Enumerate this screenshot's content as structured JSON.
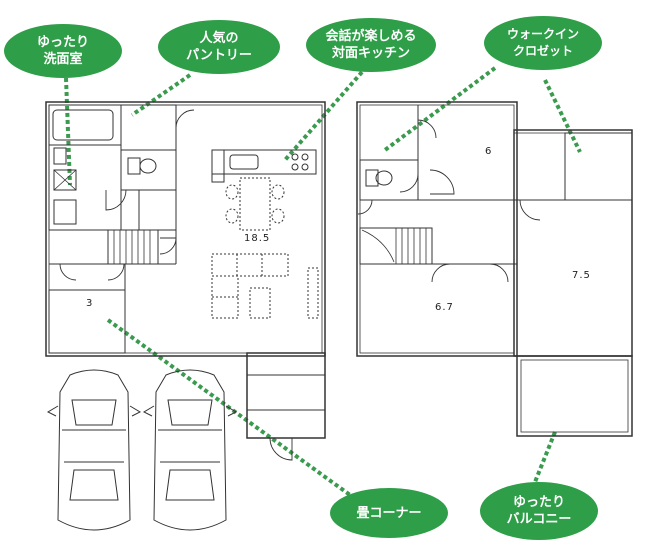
{
  "callouts": {
    "bath": {
      "line1": "ゆったり",
      "line2": "洗面室",
      "color": "#2e9e48"
    },
    "pantry": {
      "line1": "人気の",
      "line2": "パントリー",
      "color": "#2e9e48"
    },
    "kitchen": {
      "line1": "会話が楽しめる",
      "line2": "対面キッチン",
      "color": "#2e9e48"
    },
    "closet": {
      "line1": "ウォークイン",
      "line2": "クロゼット",
      "color": "#2e9e48"
    },
    "tatami": {
      "line1": "畳コーナー",
      "color": "#2e9e48"
    },
    "balcony": {
      "line1": "ゆったり",
      "line2": "バルコニー",
      "color": "#2e9e48"
    }
  },
  "floor1": {
    "ldk_area": "18.5",
    "tatami_area": "3"
  },
  "floor2": {
    "room_a_area": "6",
    "room_b_area": "6.7",
    "room_c_area": "7.5"
  },
  "colors": {
    "wall": "#333333",
    "leader": "#3a9a4e",
    "background": "#ffffff"
  },
  "parking": {
    "cars": 2
  }
}
